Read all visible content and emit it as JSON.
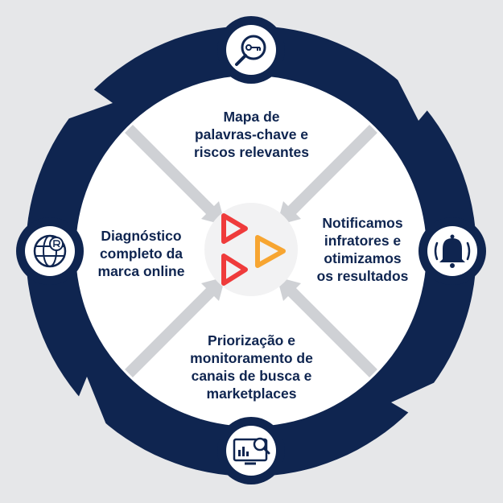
{
  "colors": {
    "background": "#e6e7e9",
    "ring": "#0f2550",
    "inner_disk": "#ffffff",
    "center_disk": "#f2f2f3",
    "divider": "#cfd1d5",
    "text": "#0f2550",
    "logo_red": "#ef3b3b",
    "logo_orange": "#f7a531"
  },
  "steps": [
    {
      "icon": "key-search-icon",
      "lines": [
        "Mapa de",
        "palavras-chave e",
        "riscos relevantes"
      ]
    },
    {
      "icon": "alarm-bell-icon",
      "lines": [
        "Notificamos",
        "infratores e",
        "otimizamos",
        "os resultados"
      ]
    },
    {
      "icon": "monitor-search-icon",
      "lines": [
        "Priorização e",
        "monitoramento de",
        "canais de busca e",
        "marketplaces"
      ]
    },
    {
      "icon": "globe-registered-icon",
      "lines": [
        "Diagnóstico",
        "completo da",
        "marca online"
      ]
    }
  ],
  "center_logo": "play-arrows-logo"
}
